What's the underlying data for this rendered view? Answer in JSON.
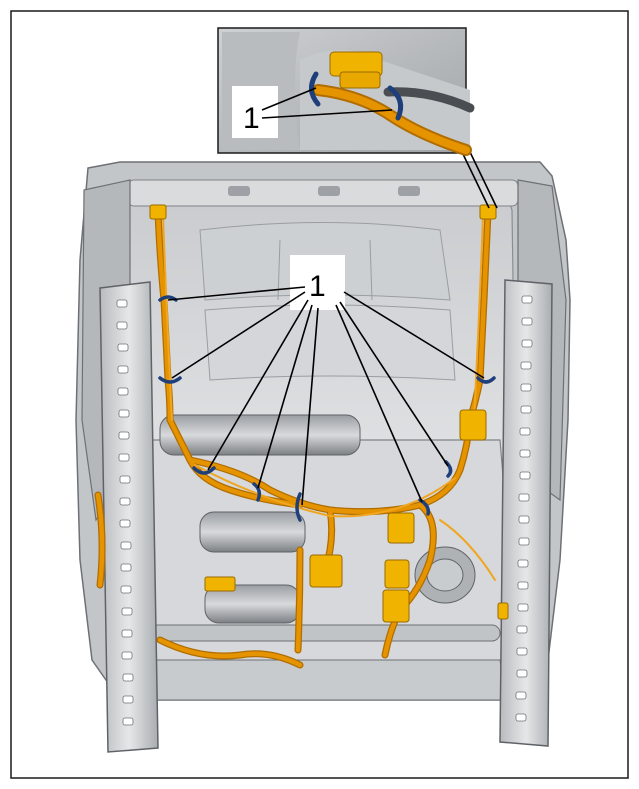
{
  "figure": {
    "callout_number": "1",
    "colors": {
      "frame": "#1a1a1a",
      "seat_frame": "#d2d4d6",
      "seat_frame_dark": "#8e9296",
      "harness": "#e69300",
      "harness_dark": "#b06d00",
      "connector": "#f0b400",
      "clip": "#1f3f7a",
      "leader_line": "#000000"
    },
    "icons": [
      "seat-frame",
      "wiring-harness",
      "harness-clip",
      "connector",
      "seat-motor",
      "seat-rail"
    ]
  }
}
